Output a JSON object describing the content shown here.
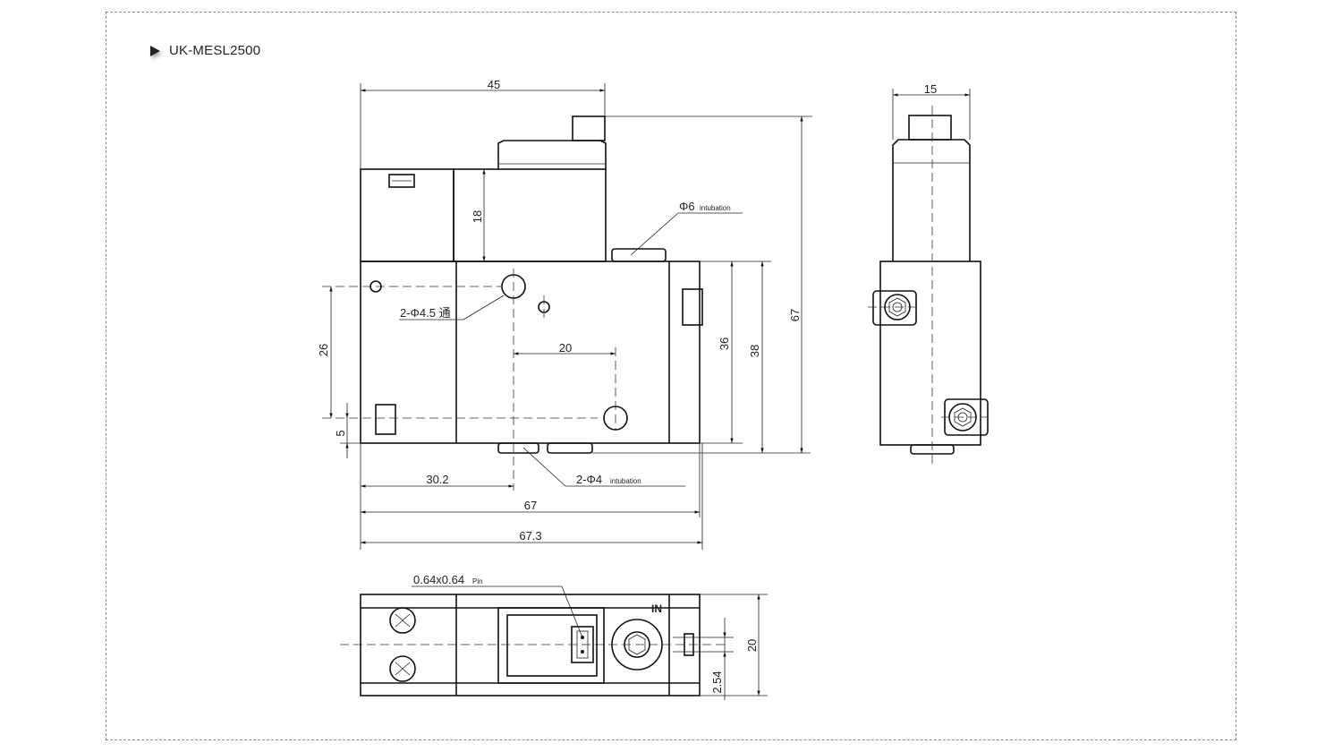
{
  "title": "UK-MESL2500",
  "labels": {
    "d45": "45",
    "d18": "18",
    "d67v": "67",
    "d15": "15",
    "phi6": "Φ6",
    "intubation": "intubation",
    "phi45": "2-Φ4.5 通",
    "d26": "26",
    "d20": "20",
    "d36": "36",
    "d38": "38",
    "d5": "5",
    "d302": "30.2",
    "phi4": "2-Φ4",
    "d67h": "67",
    "d673": "67.3",
    "pin_size": "0.64x0.64",
    "pin": "Pin",
    "port_in": "IN",
    "d20b": "20",
    "d254": "2.54"
  }
}
